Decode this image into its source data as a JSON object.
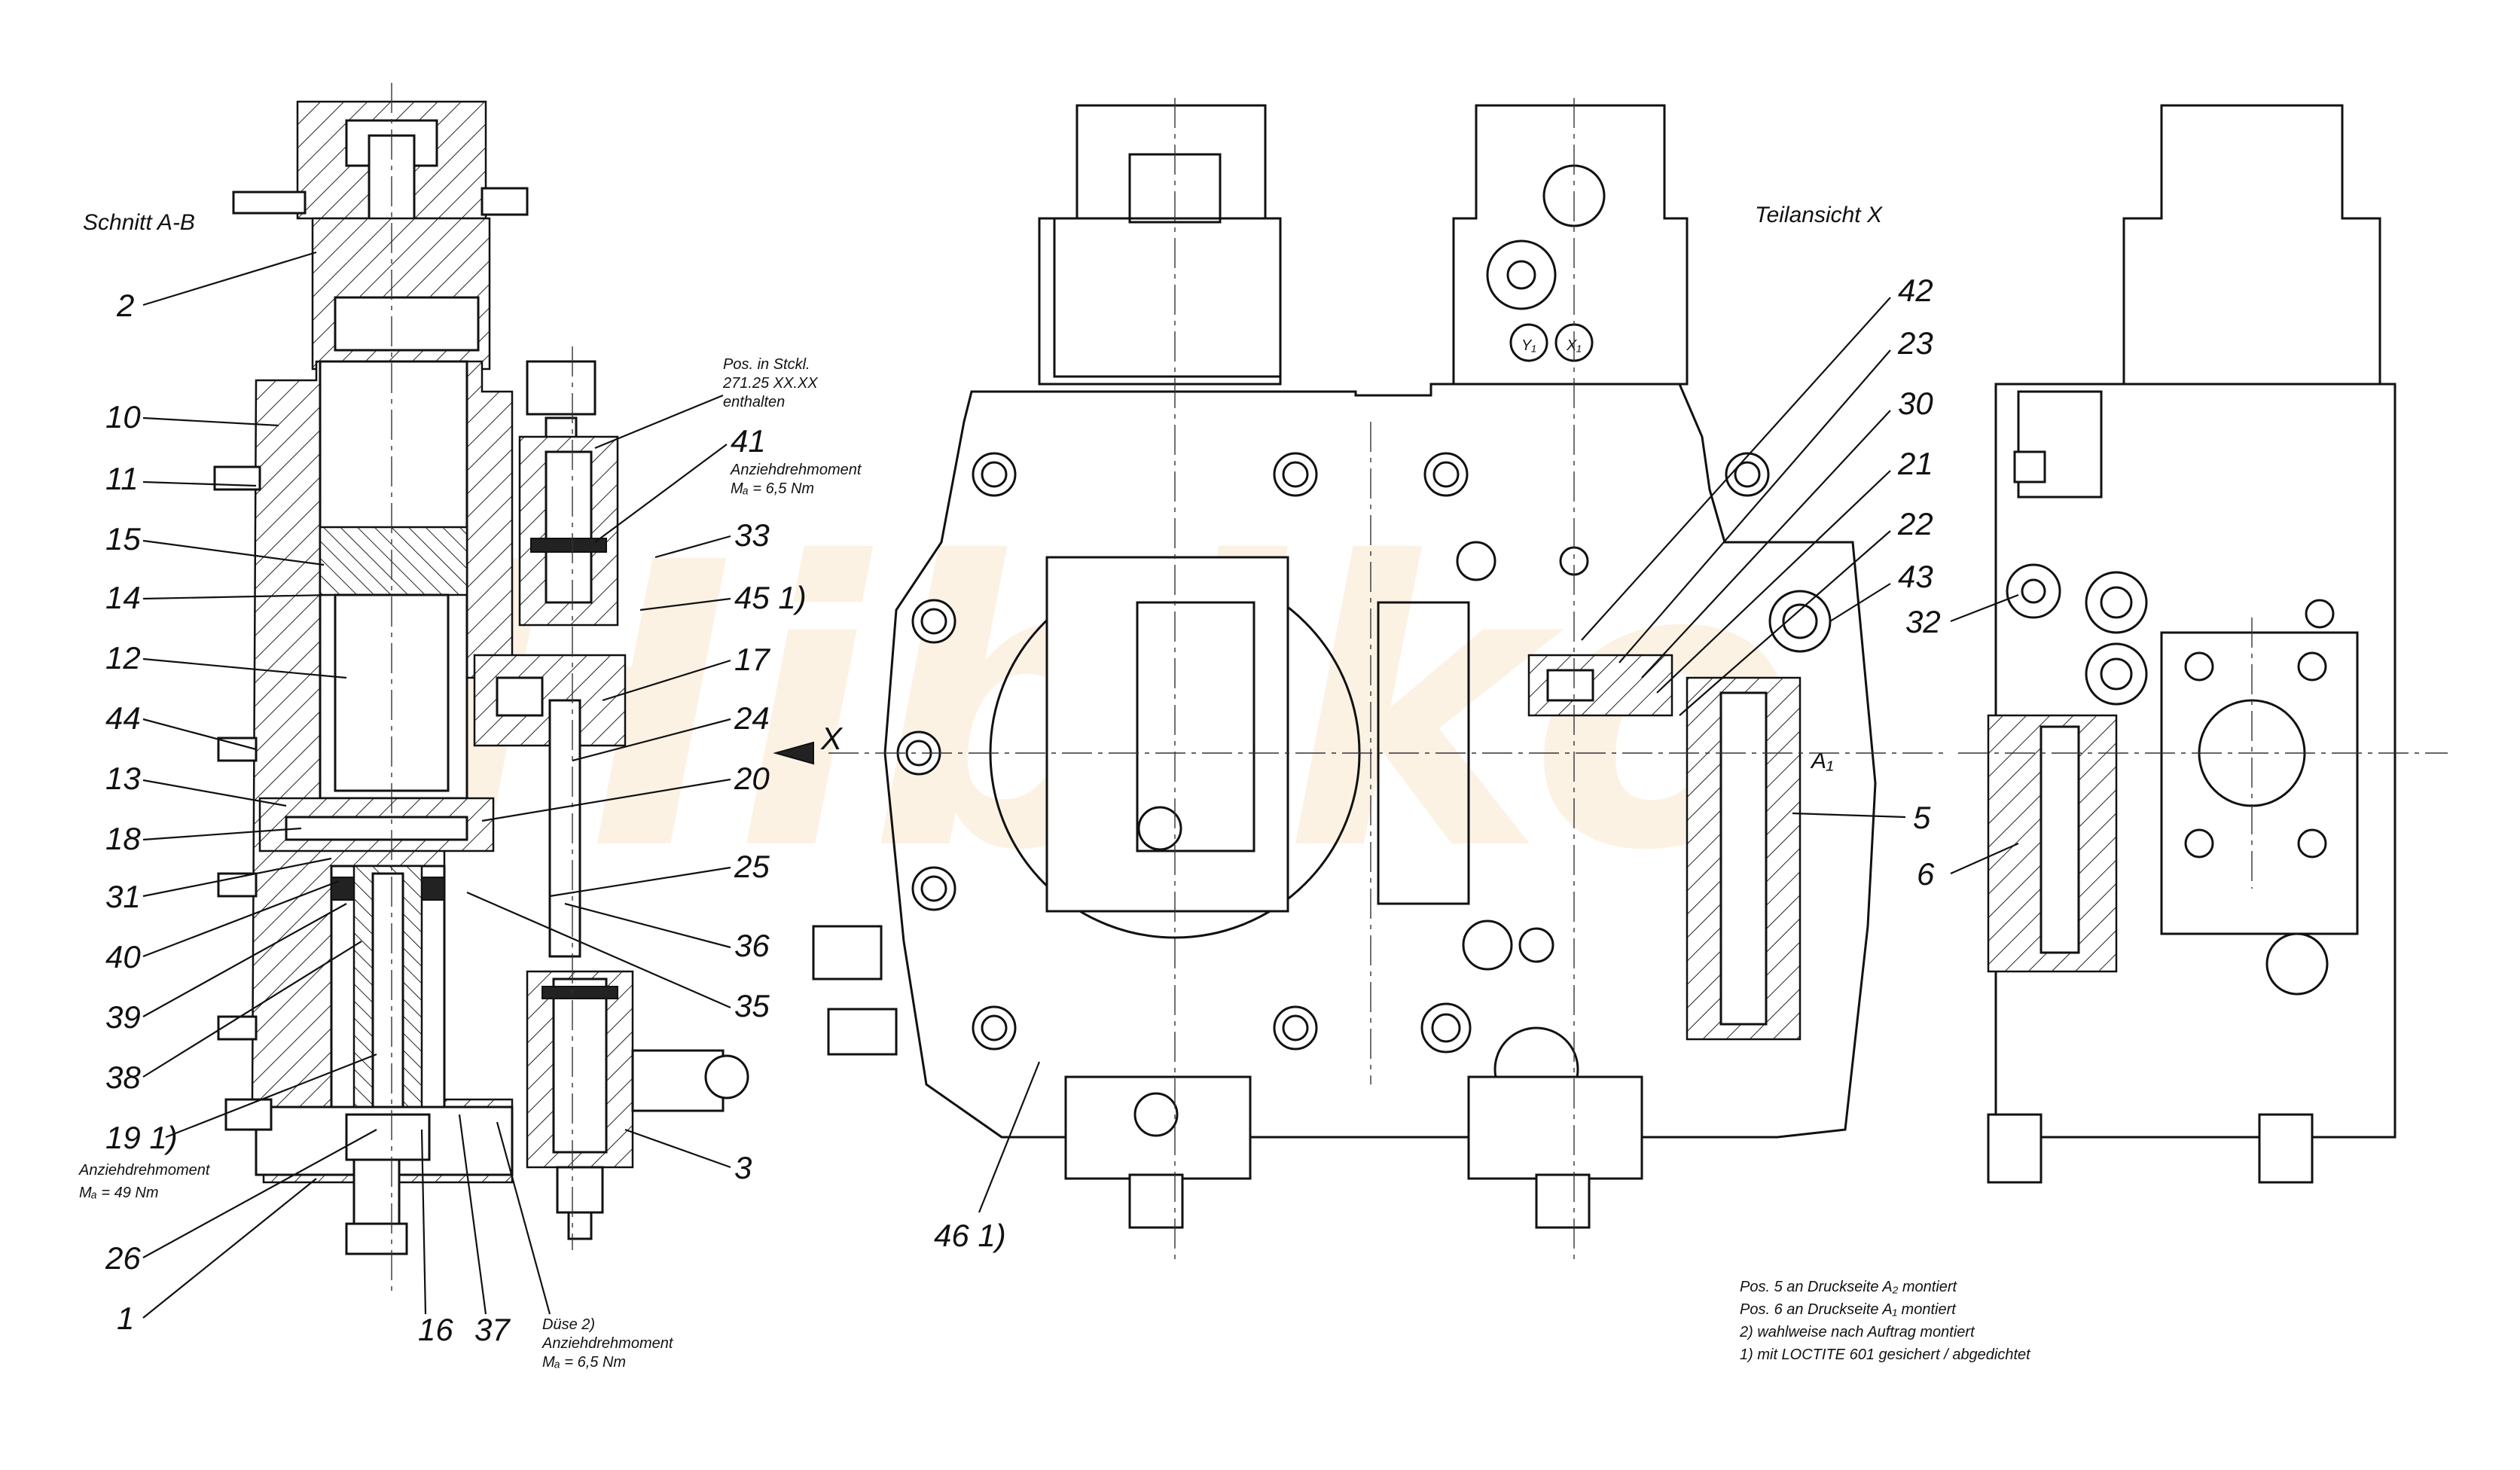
{
  "views": {
    "section_title": "Schnitt A-B",
    "partial_view_title": "Teilansicht X",
    "view_arrow_label": "X"
  },
  "watermark": "Hibiko",
  "port_labels": {
    "y1": "Y₁",
    "x1": "X₁",
    "a1": "A₁"
  },
  "annotations": {
    "pos_in_stckl": [
      "Pos. in Stckl.",
      "271.25 XX.XX",
      "enthalten"
    ],
    "torque_41": [
      "Anziehdrehmoment",
      "Mₐ = 6,5 Nm"
    ],
    "torque_19": [
      "Anziehdrehmoment",
      "Mₐ = 49 Nm"
    ],
    "duese": [
      "Düse 2)",
      "Anziehdrehmoment",
      "Mₐ = 6,5 Nm"
    ]
  },
  "notes": [
    "Pos. 5 an Druckseite A₂ montiert",
    "Pos. 6 an Druckseite A₁ montiert",
    "2) wahlweise nach Auftrag montiert",
    "1) mit LOCTITE 601 gesichert / abgedichtet"
  ],
  "labels_left": [
    "2",
    "10",
    "11",
    "15",
    "14",
    "12",
    "44",
    "13",
    "18",
    "31",
    "40",
    "39",
    "38",
    "19 1)",
    "26",
    "1"
  ],
  "labels_bottom_left": [
    "16",
    "37"
  ],
  "labels_mid_left": [
    "41",
    "33",
    "45 1)",
    "17",
    "24",
    "20",
    "25",
    "36",
    "35",
    "3"
  ],
  "labels_center": [
    "42",
    "23",
    "30",
    "21",
    "22",
    "43",
    "5",
    "46 1)"
  ],
  "labels_right": [
    "32",
    "6"
  ],
  "colors": {
    "line": "#111111",
    "watermark": "#f2c98a"
  }
}
